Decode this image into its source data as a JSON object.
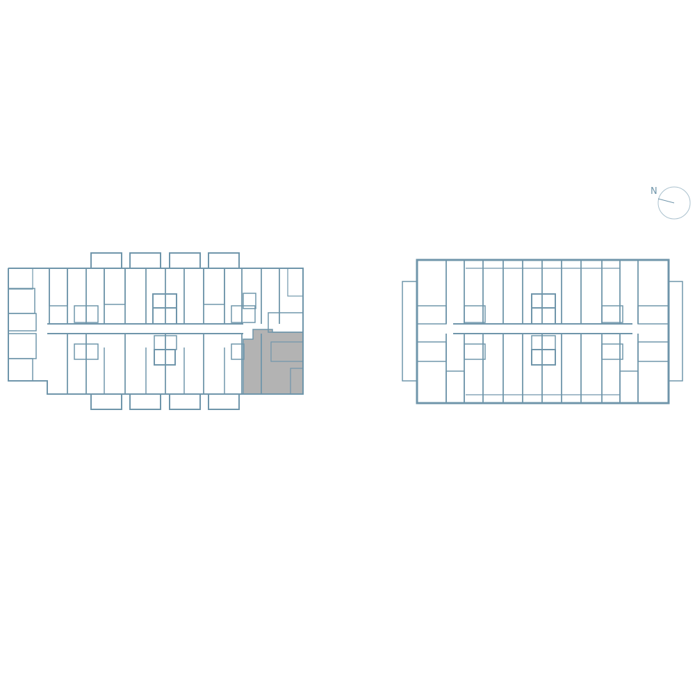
{
  "compass": {
    "label": "N",
    "icon": "north-compass-icon"
  },
  "colors": {
    "wall": "#6f95aa",
    "wall_light": "#a9c0cd",
    "highlight": "#b3b3b3",
    "background": "#ffffff"
  },
  "buildings": [
    {
      "name": "left-building",
      "highlighted_unit": true
    },
    {
      "name": "right-building",
      "highlighted_unit": false
    }
  ]
}
